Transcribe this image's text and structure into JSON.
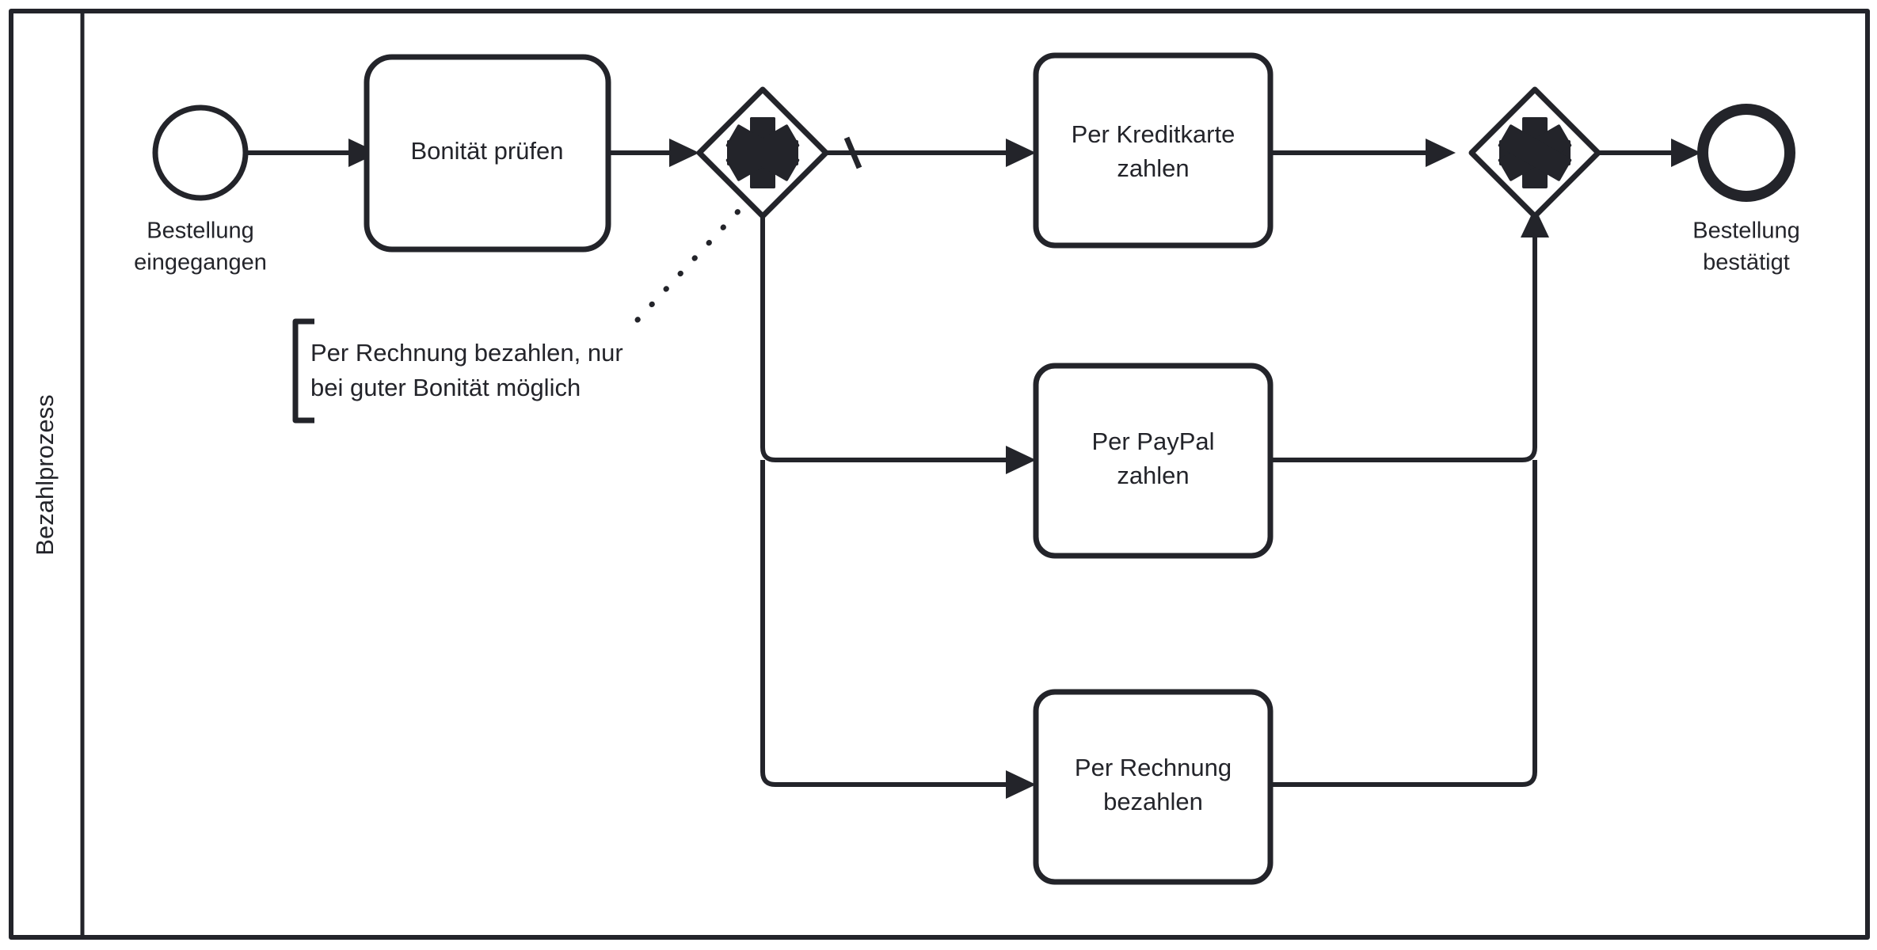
{
  "diagram": {
    "type": "bpmn-process",
    "notation": "BPMN 2.0",
    "pool": {
      "lane_label": "Bezahlprozess"
    },
    "colors": {
      "stroke": "#23242a",
      "fill": "#ffffff",
      "background": "#ffffff"
    },
    "events": [
      {
        "id": "start",
        "kind": "start-event",
        "label_line1": "Bestellung",
        "label_line2": "eingegangen"
      },
      {
        "id": "end",
        "kind": "end-event",
        "label_line1": "Bestellung",
        "label_line2": "bestätigt"
      }
    ],
    "tasks": [
      {
        "id": "task-bonitaet",
        "label_line1": "Bonität prüfen",
        "label_line2": ""
      },
      {
        "id": "task-kreditkarte",
        "label_line1": "Per Kreditkarte",
        "label_line2": "zahlen"
      },
      {
        "id": "task-paypal",
        "label_line1": "Per PayPal",
        "label_line2": "zahlen"
      },
      {
        "id": "task-rechnung",
        "label_line1": "Per Rechnung",
        "label_line2": "bezahlen"
      }
    ],
    "gateways": [
      {
        "id": "gateway-split",
        "kind": "complex-gateway",
        "marker": "asterisk",
        "label": ""
      },
      {
        "id": "gateway-join",
        "kind": "complex-gateway",
        "marker": "asterisk",
        "label": ""
      }
    ],
    "annotation": {
      "id": "text-annotation",
      "line1": "Per Rechnung bezahlen, nur",
      "line2": "bei guter Bonität möglich"
    },
    "flows": [
      {
        "id": "flow-start-bonitaet",
        "from": "start",
        "to": "task-bonitaet",
        "default": false
      },
      {
        "id": "flow-bonitaet-gateway",
        "from": "task-bonitaet",
        "to": "gateway-split",
        "default": false
      },
      {
        "id": "flow-gateway-kreditkarte",
        "from": "gateway-split",
        "to": "task-kreditkarte",
        "default": true
      },
      {
        "id": "flow-gateway-paypal",
        "from": "gateway-split",
        "to": "task-paypal",
        "default": false
      },
      {
        "id": "flow-gateway-rechnung",
        "from": "gateway-split",
        "to": "task-rechnung",
        "default": false
      },
      {
        "id": "flow-kreditkarte-join",
        "from": "task-kreditkarte",
        "to": "gateway-join",
        "default": false
      },
      {
        "id": "flow-paypal-join",
        "from": "task-paypal",
        "to": "gateway-join",
        "default": false
      },
      {
        "id": "flow-rechnung-join",
        "from": "task-rechnung",
        "to": "gateway-join",
        "default": false
      },
      {
        "id": "flow-join-end",
        "from": "gateway-join",
        "to": "end",
        "default": false
      }
    ],
    "associations": [
      {
        "id": "assoc-annotation-gateway",
        "from": "text-annotation",
        "to": "gateway-split",
        "style": "dotted"
      }
    ]
  }
}
